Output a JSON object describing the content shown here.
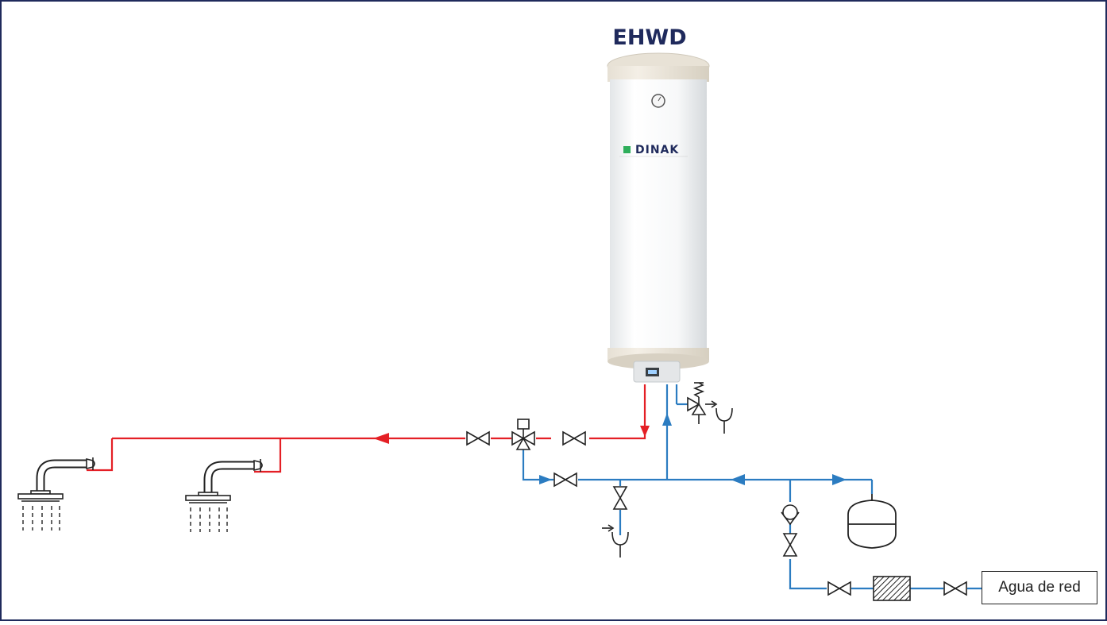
{
  "diagram": {
    "title": "EHWD",
    "brand": "DINAK",
    "inlet_label": "Agua de red",
    "colors": {
      "hot_water": "#e41f25",
      "cold_water": "#2b7cc1",
      "border": "#1f2a5c",
      "title": "#1f2a5c",
      "brand_mark": "#2fae5b"
    },
    "components": [
      "water-heater",
      "shower-head",
      "gate-valve",
      "three-way-valve",
      "safety-relief-valve",
      "drain-funnel",
      "check-valve",
      "expansion-vessel",
      "filter"
    ]
  }
}
